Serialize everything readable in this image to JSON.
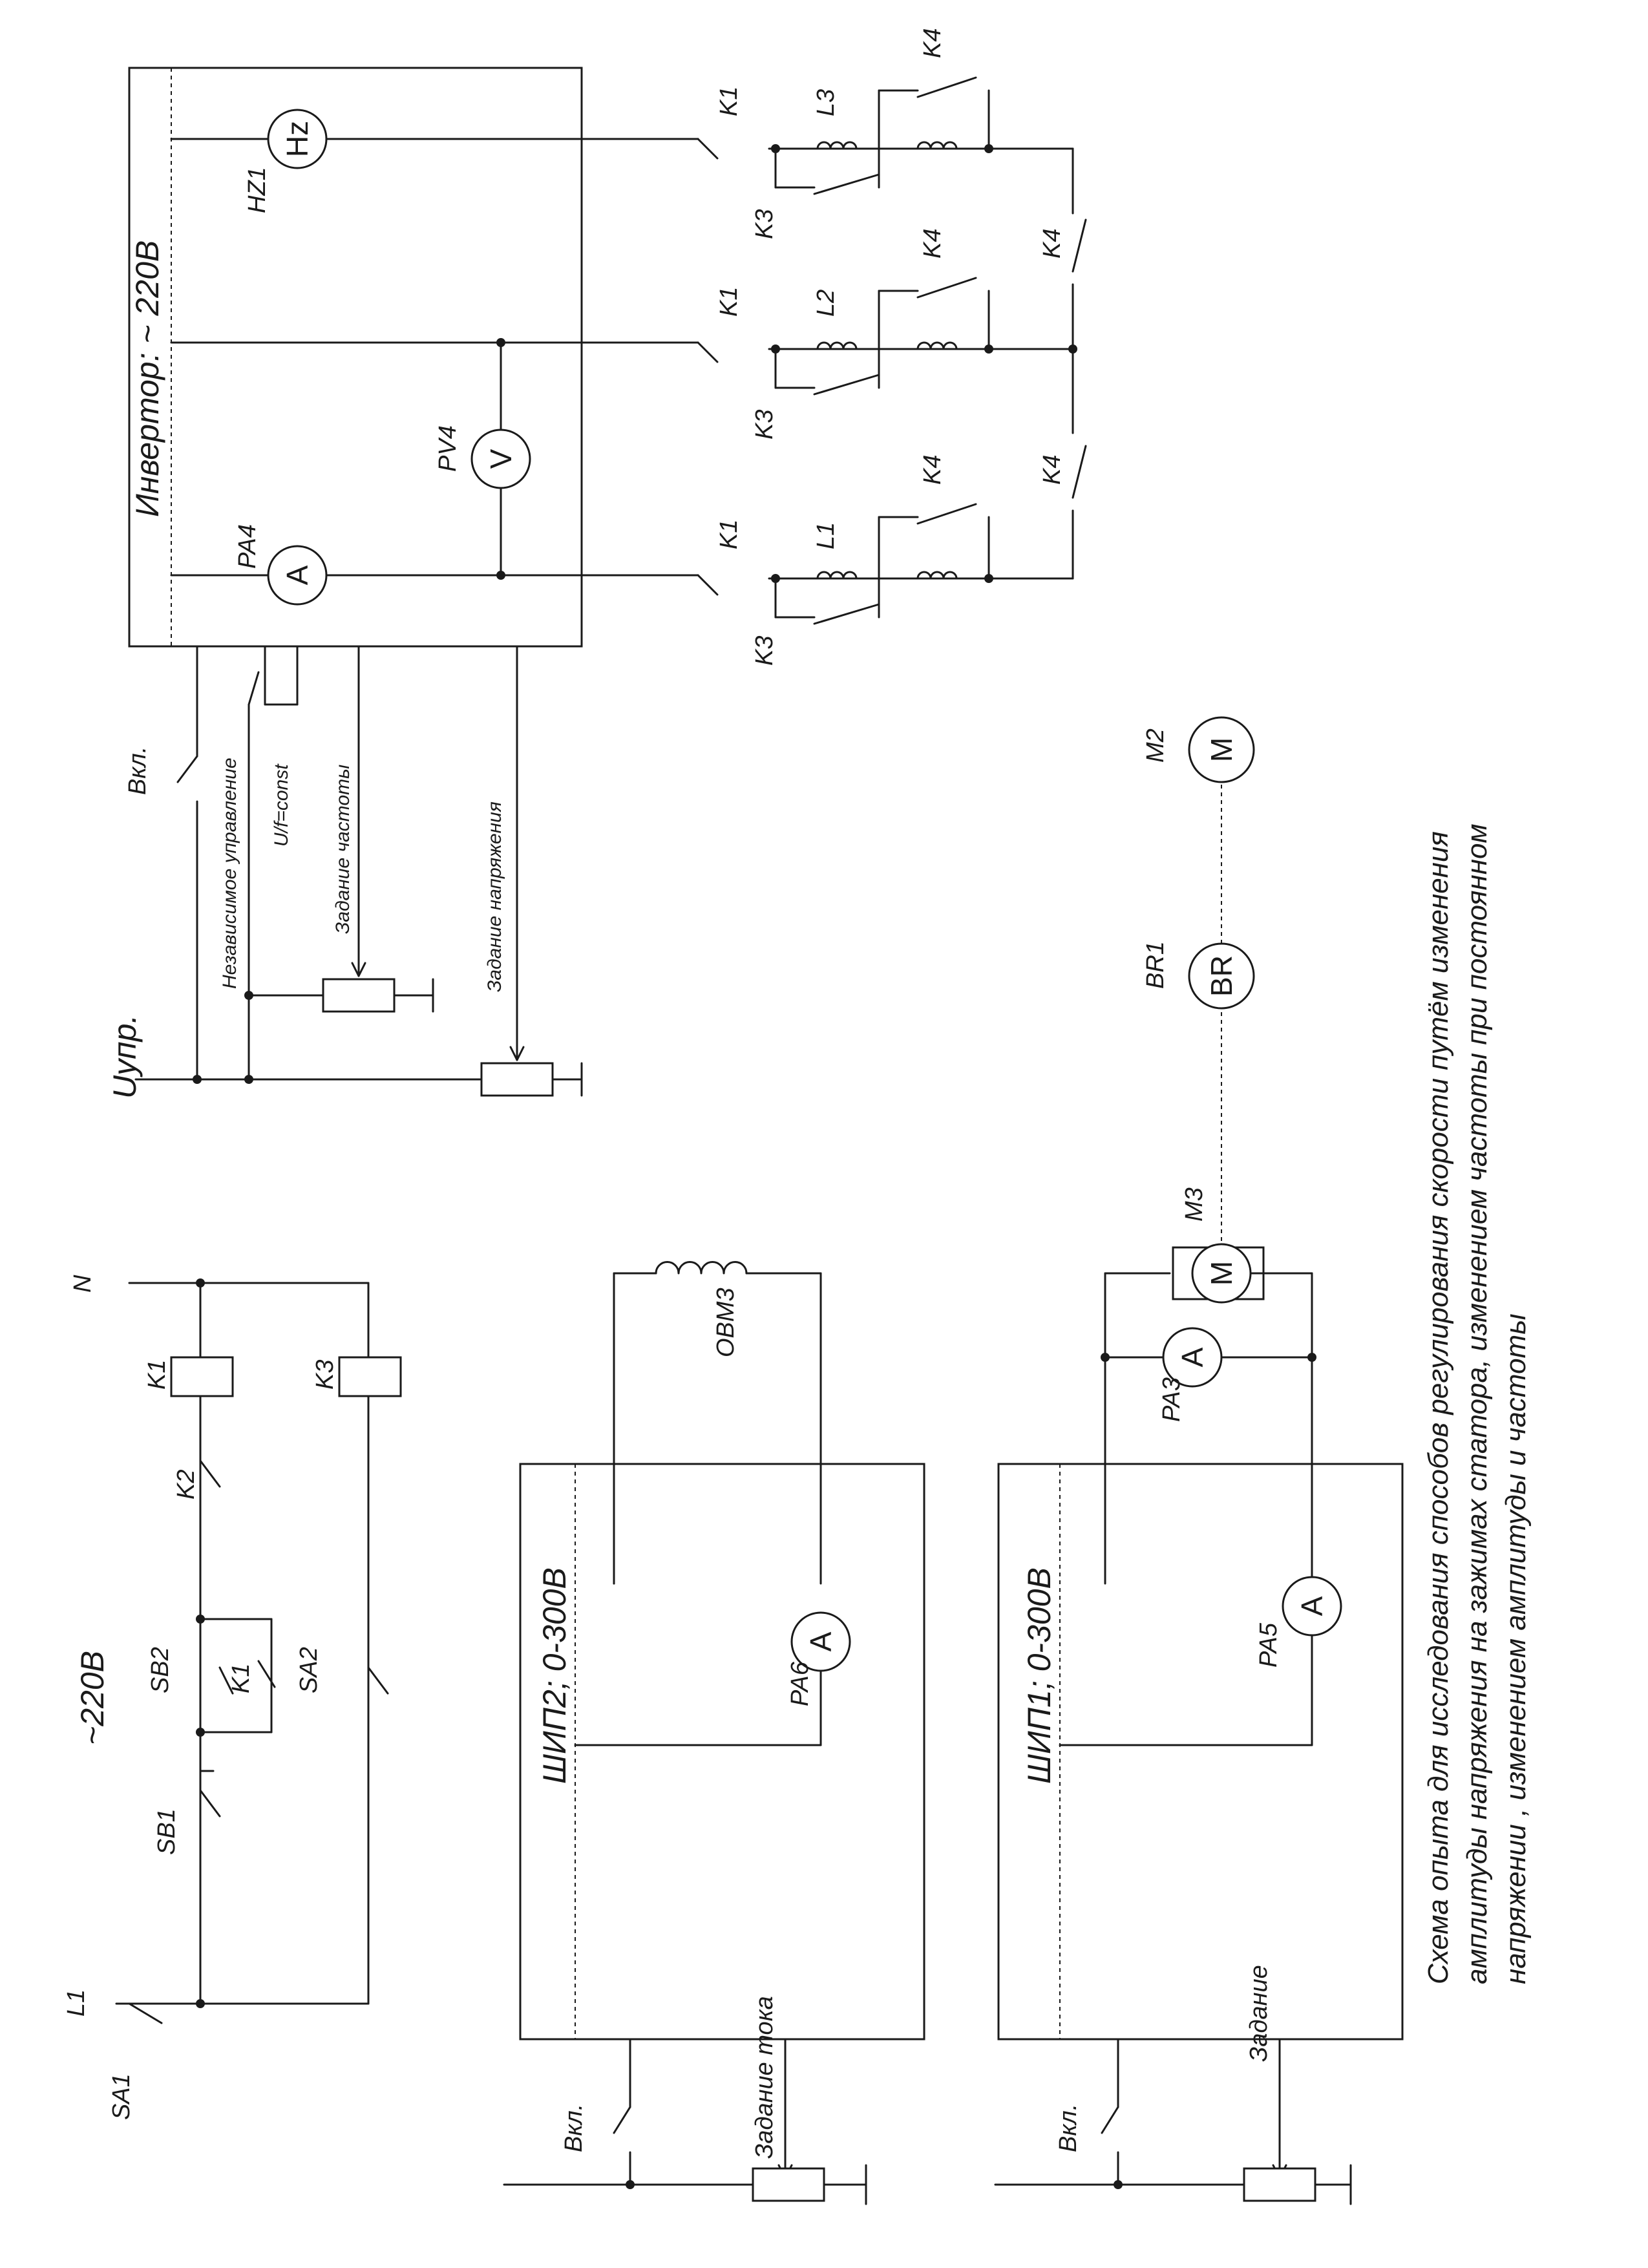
{
  "control_circuit": {
    "supply": "~220В",
    "phase": "L1",
    "neutral": "N",
    "labels": {
      "sa1": "SA1",
      "sb1": "SB1",
      "sb2": "SB2",
      "k1_contact": "K1",
      "sa2": "SA2",
      "k2": "K2",
      "k1_coil": "K1",
      "k3_coil": "K3"
    }
  },
  "shunt_supply_2": {
    "title": "ШИП2; 0-300В",
    "switch": "Вкл.",
    "setpoint": "Задание тока",
    "ammeter": "PA6",
    "field_winding": "ОВМ3",
    "meter_symbol": "A"
  },
  "shunt_supply_1": {
    "title": "ШИП1; 0-300В",
    "switch": "Вкл.",
    "setpoint": "Задание",
    "ammeter_out": "PA5",
    "ammeter_motor": "PA3",
    "motor": "M3",
    "meter_symbol": "A",
    "motor_symbol": "M"
  },
  "shaft": {
    "tacho": "BR1",
    "tacho_symbol": "BR",
    "motor": "M2",
    "motor_symbol": "M"
  },
  "inverter": {
    "title": "Инвертор: ~ 220В",
    "control_voltage": "Uупр.",
    "switch": "Вкл.",
    "mode_independent": "Независимое управление",
    "mode_uf": "U/f=const",
    "freq_setpoint": "Задание частоты",
    "volt_setpoint": "Задание напряжения",
    "ammeter": "PA4",
    "voltmeter": "PV4",
    "freqmeter": "HZ1",
    "a_symbol": "A",
    "v_symbol": "V",
    "hz_symbol": "Hz"
  },
  "output_stage": {
    "k1": "K1",
    "k3": "K3",
    "k4": "K4",
    "l1": "L1",
    "l2": "L2",
    "l3": "L3"
  },
  "caption": "Схема опыта для исследования способов регулирования скорости путём изменения амплитуды напряжения на зажимах статора, изменением частоты при постоянном напряжении , изменением амплитуды и частоты"
}
